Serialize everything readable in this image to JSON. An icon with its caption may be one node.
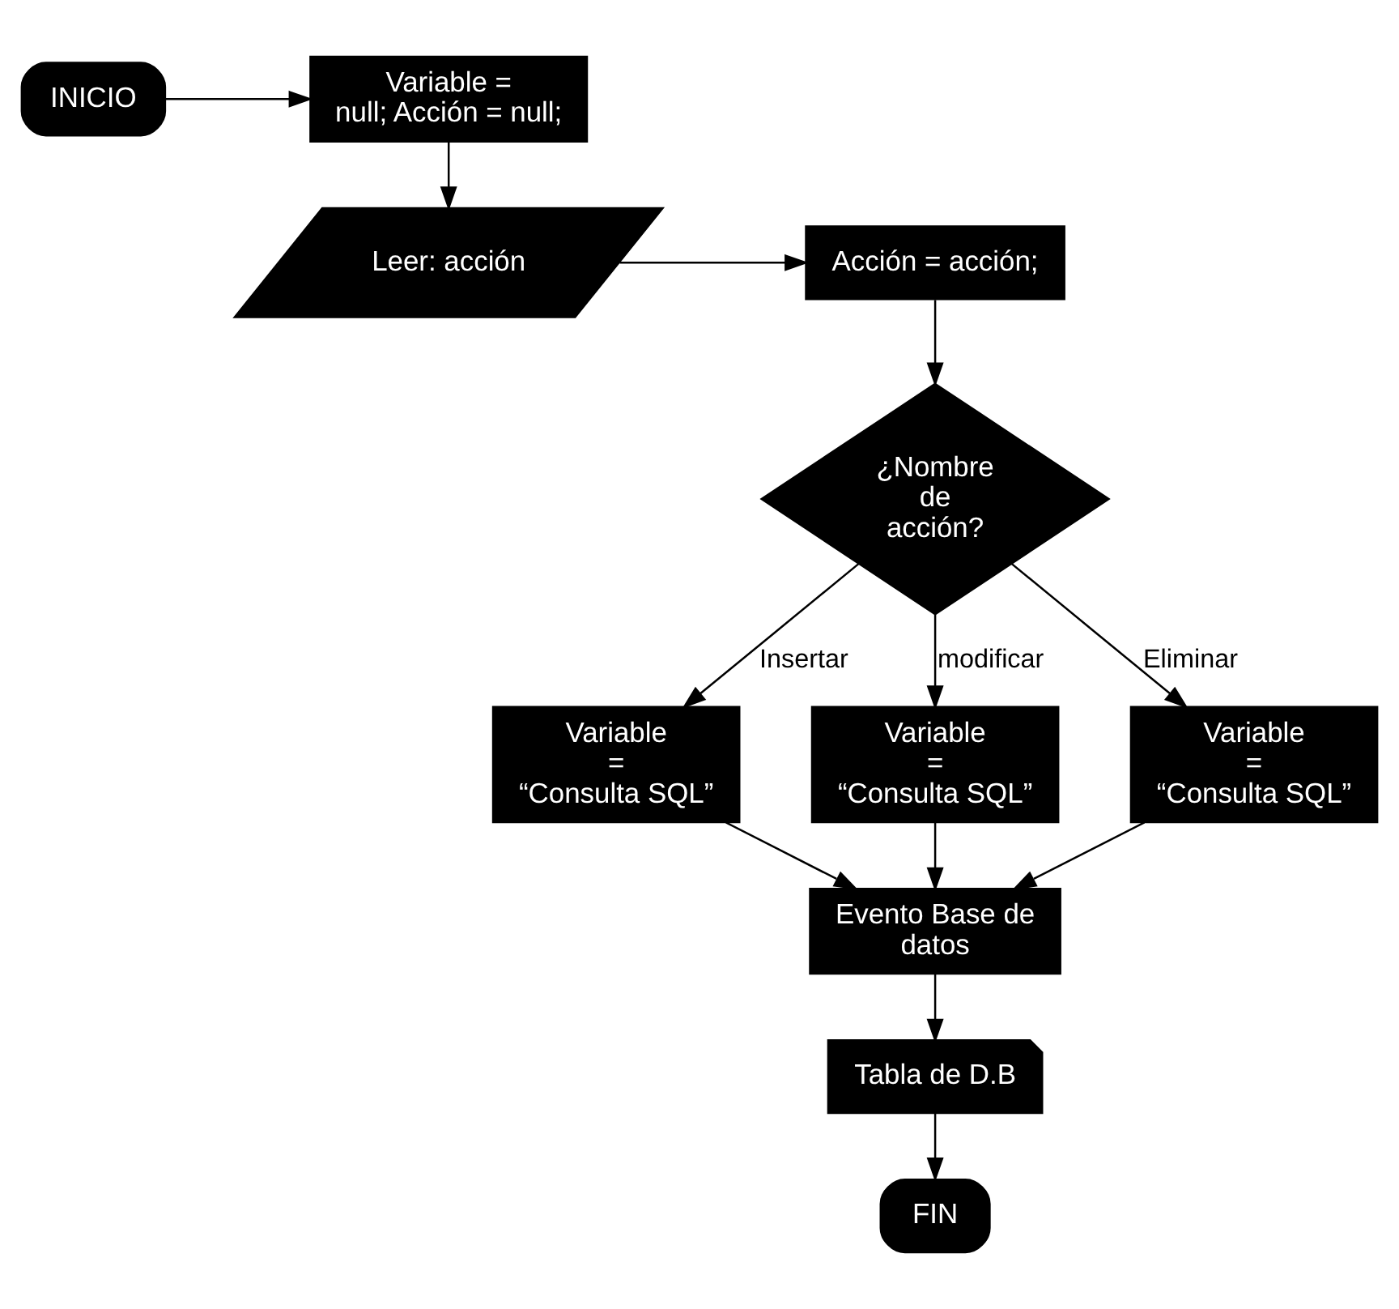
{
  "diagram": {
    "nodes": [
      {
        "text": [
          "INICIO"
        ]
      },
      {
        "text": [
          "Variable = null; Acción = null;"
        ]
      },
      {
        "text": [
          "Leer: acción"
        ]
      },
      {
        "text": [
          "Acción = acción;"
        ]
      },
      {
        "text": [
          "¿Nombre de acción?"
        ]
      },
      {
        "text": [
          "Variable = “Consulta SQL”"
        ]
      },
      {
        "text": [
          "Variable = “Consulta SQL”"
        ]
      },
      {
        "text": [
          "Variable = “Consulta SQL”"
        ]
      },
      {
        "text": [
          "Evento Base de datos"
        ]
      },
      {
        "text": [
          "Tabla de D.B"
        ]
      },
      {
        "text": [
          "FIN"
        ]
      }
    ],
    "edges": [
      {
        "from": 0,
        "to": 1,
        "arrow": "to"
      },
      {
        "from": 1,
        "to": 2,
        "arrow": "to"
      },
      {
        "from": 2,
        "to": 3,
        "arrow": "to"
      },
      {
        "from": 3,
        "to": 4,
        "arrow": "to"
      },
      {
        "from": 4,
        "to": 5,
        "arrow": "to",
        "label": "Insertar"
      },
      {
        "from": 4,
        "to": 6,
        "arrow": "to",
        "label": "modificar"
      },
      {
        "from": 4,
        "to": 7,
        "arrow": "to",
        "label": "Eliminar"
      },
      {
        "from": 5,
        "to": 8,
        "arrow": "to"
      },
      {
        "from": 6,
        "to": 8,
        "arrow": "to"
      },
      {
        "from": 7,
        "to": 8,
        "arrow": "to"
      },
      {
        "from": 8,
        "to": 9,
        "arrow": "to"
      },
      {
        "from": 9,
        "to": 10,
        "arrow": "to"
      }
    ]
  }
}
